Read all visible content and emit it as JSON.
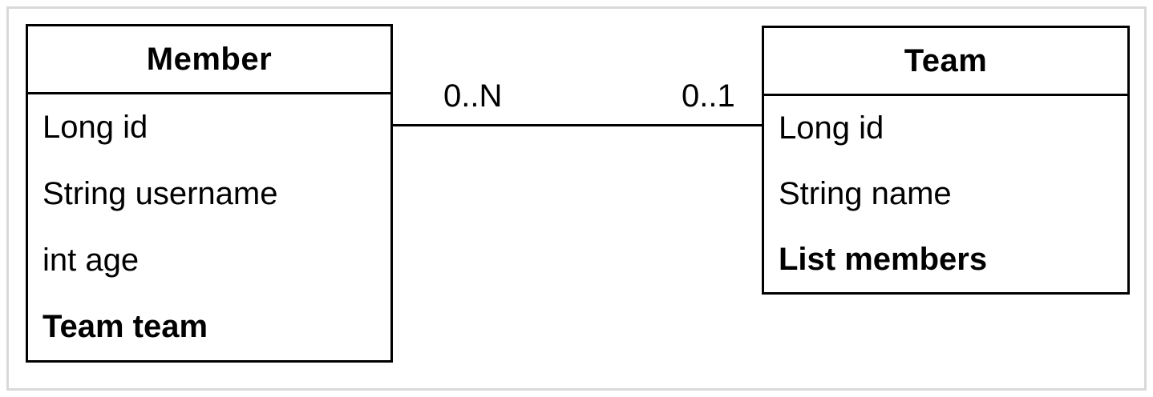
{
  "canvas": {
    "background": "#ffffff",
    "frame_color": "#d9d9d9",
    "line_color": "#000000",
    "text_color": "#000000"
  },
  "entities": [
    {
      "id": "member",
      "title": "Member",
      "attributes": [
        {
          "text": "Long id",
          "bold": false
        },
        {
          "text": "String username",
          "bold": false
        },
        {
          "text": "int age",
          "bold": false
        },
        {
          "text": "Team team",
          "bold": true
        }
      ]
    },
    {
      "id": "team",
      "title": "Team",
      "attributes": [
        {
          "text": "Long id",
          "bold": false
        },
        {
          "text": "String name",
          "bold": false
        },
        {
          "text": "List members",
          "bold": true
        }
      ]
    }
  ],
  "relationship": {
    "source_entity": "Member",
    "target_entity": "Team",
    "source_cardinality": "0..N",
    "target_cardinality": "0..1"
  }
}
